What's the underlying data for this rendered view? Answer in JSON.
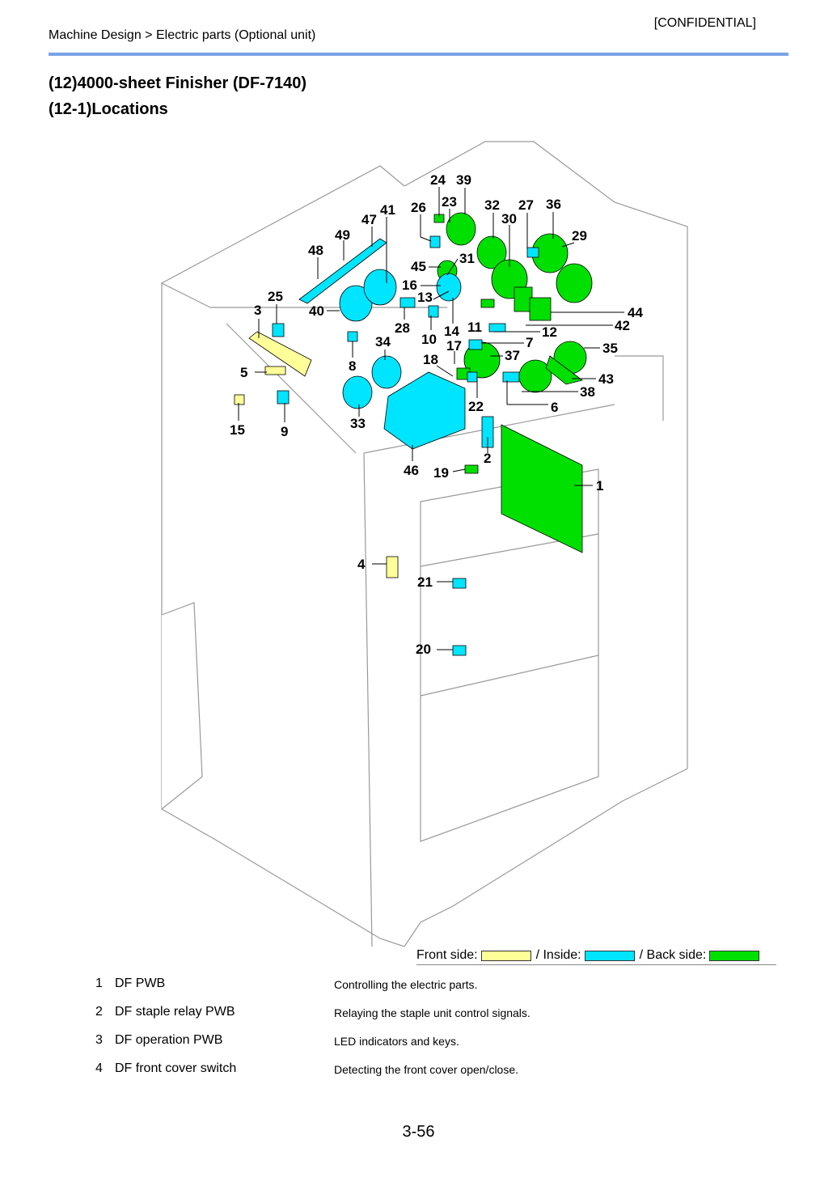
{
  "header": {
    "confidential": "[CONFIDENTIAL]",
    "breadcrumb": "Machine Design > Electric parts (Optional unit)"
  },
  "title": "(12)4000-sheet Finisher (DF-7140)",
  "subtitle": "(12-1)Locations",
  "colors": {
    "front": "#ffff99",
    "inside": "#00e5ff",
    "back": "#00e000",
    "header_rule": "#7aa3e8"
  },
  "figure": {
    "labels": [
      "1",
      "2",
      "3",
      "4",
      "5",
      "6",
      "7",
      "8",
      "9",
      "10",
      "11",
      "12",
      "13",
      "14",
      "15",
      "16",
      "17",
      "18",
      "19",
      "20",
      "21",
      "22",
      "23",
      "24",
      "25",
      "26",
      "27",
      "28",
      "29",
      "30",
      "31",
      "32",
      "33",
      "34",
      "35",
      "36",
      "37",
      "38",
      "39",
      "40",
      "41",
      "42",
      "43",
      "44",
      "45",
      "46",
      "47",
      "48",
      "49"
    ]
  },
  "legend": {
    "front_label": "Front side:",
    "inside_label": "/ Inside:",
    "back_label": "/ Back side:"
  },
  "parts": [
    {
      "num": "1",
      "name": "DF PWB",
      "desc": "Controlling the electric parts."
    },
    {
      "num": "2",
      "name": "DF staple relay PWB",
      "desc": "Relaying the staple unit control signals."
    },
    {
      "num": "3",
      "name": "DF operation PWB",
      "desc": "LED indicators and keys."
    },
    {
      "num": "4",
      "name": "DF front cover switch",
      "desc": "Detecting the front cover open/close."
    }
  ],
  "page_number": "3-56"
}
